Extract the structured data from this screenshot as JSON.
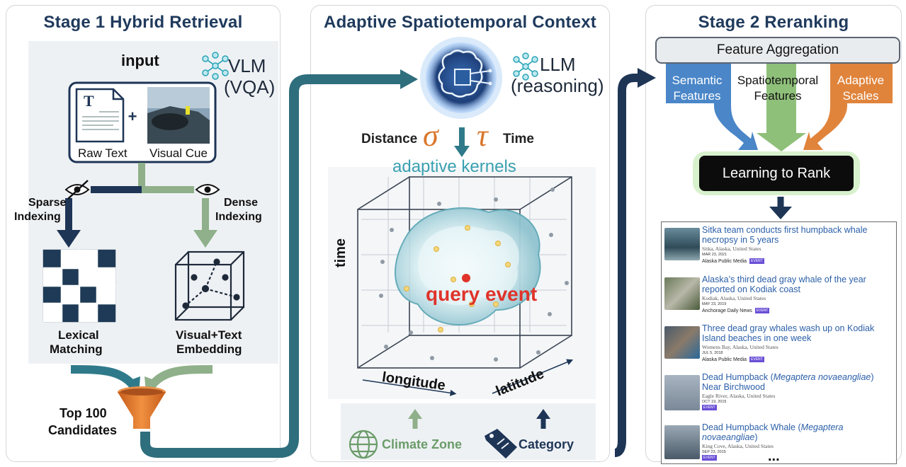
{
  "stage1": {
    "title": "Stage 1 Hybrid Retrieval",
    "input_label": "input",
    "vlm_label": "VLM",
    "vlm_sub": "(VQA)",
    "raw_text_label": "Raw Text",
    "visual_cue_label": "Visual Cue",
    "sparse_label_1": "Sparse",
    "sparse_label_2": "Indexing",
    "dense_label_1": "Dense",
    "dense_label_2": "Indexing",
    "lexical_1": "Lexical",
    "lexical_2": "Matching",
    "embed_1": "Visual+Text",
    "embed_2": "Embedding",
    "top_1": "Top 100",
    "top_2": "Candidates"
  },
  "stage_mid": {
    "title": "Adaptive Spatiotemporal Context",
    "llm_label": "LLM",
    "llm_sub": "(reasoning)",
    "distance_label": "Distance",
    "sigma": "σ",
    "tau": "τ",
    "time_label": "Time",
    "kernels_label": "adaptive kernels",
    "axis_time": "time",
    "axis_longitude": "longitude",
    "axis_latitude": "latitude",
    "query_label": "query event",
    "climate_label": "Climate Zone",
    "category_label": "Category"
  },
  "stage2": {
    "title": "Stage 2 Reranking",
    "aggregation_label": "Feature Aggregation",
    "semantic_1": "Semantic",
    "semantic_2": "Features",
    "spatio_1": "Spatiotemporal",
    "spatio_2": "Features",
    "adaptive_1": "Adaptive",
    "adaptive_2": "Scales",
    "ltr_label": "Learning to Rank",
    "ellipsis": "...",
    "results": [
      {
        "title": "Sitka team conducts first humpback whale necropsy in 5 years",
        "title_italic": "",
        "title_tail": "",
        "location": "Sitka, Alaska, United States",
        "date": "MAR 23, 2021",
        "source": "Alaska Public Media",
        "badge": "EVENT"
      },
      {
        "title": "Alaska’s third dead gray whale of the year reported on Kodiak coast",
        "title_italic": "",
        "title_tail": "",
        "location": "Kodiak, Alaska, United States",
        "date": "MAY 23, 2019",
        "source": "Anchorage Daily News",
        "badge": "EVENT"
      },
      {
        "title": "Three dead gray whales wash up on Kodiak Island beaches in one week",
        "title_italic": "",
        "title_tail": "",
        "location": "Womens Bay, Alaska, United States",
        "date": "JUL 5, 2018",
        "source": "Alaska Public Media",
        "badge": "EVENT"
      },
      {
        "title": "Dead Humpback (",
        "title_italic": "Megaptera novaeangliae",
        "title_tail": ") Near Birchwood",
        "location": "Eagle River, Alaska, United States",
        "date": "OCT 19, 2015",
        "source": "",
        "badge": "EVENT"
      },
      {
        "title": "Dead Humpback Whale (",
        "title_italic": "Megaptera novaeangliae",
        "title_tail": ")",
        "location": "King Cove, Alaska, United States",
        "date": "SEP 23, 2015",
        "source": "",
        "badge": "EVENT"
      }
    ]
  },
  "colors": {
    "title": "#1f3a5c",
    "dark_navy": "#1e3556",
    "teal": "#2f7a8a",
    "sage": "#8fb08a",
    "semantic_blue": "#4a86c8",
    "spatio_green": "#8fc07a",
    "adaptive_orange": "#e0843c",
    "query_red": "#e0332a",
    "kernel_teal": "#3aa0b0",
    "link_blue": "#2b5fa8",
    "badge_purple": "#6a4fd6"
  },
  "icons": [
    "neural-network-icon",
    "document-icon",
    "eye-slash-icon",
    "eye-icon",
    "matrix-grid-icon",
    "embedding-cube-icon",
    "funnel-icon",
    "brain-chip-icon",
    "globe-icon",
    "tag-icon"
  ]
}
